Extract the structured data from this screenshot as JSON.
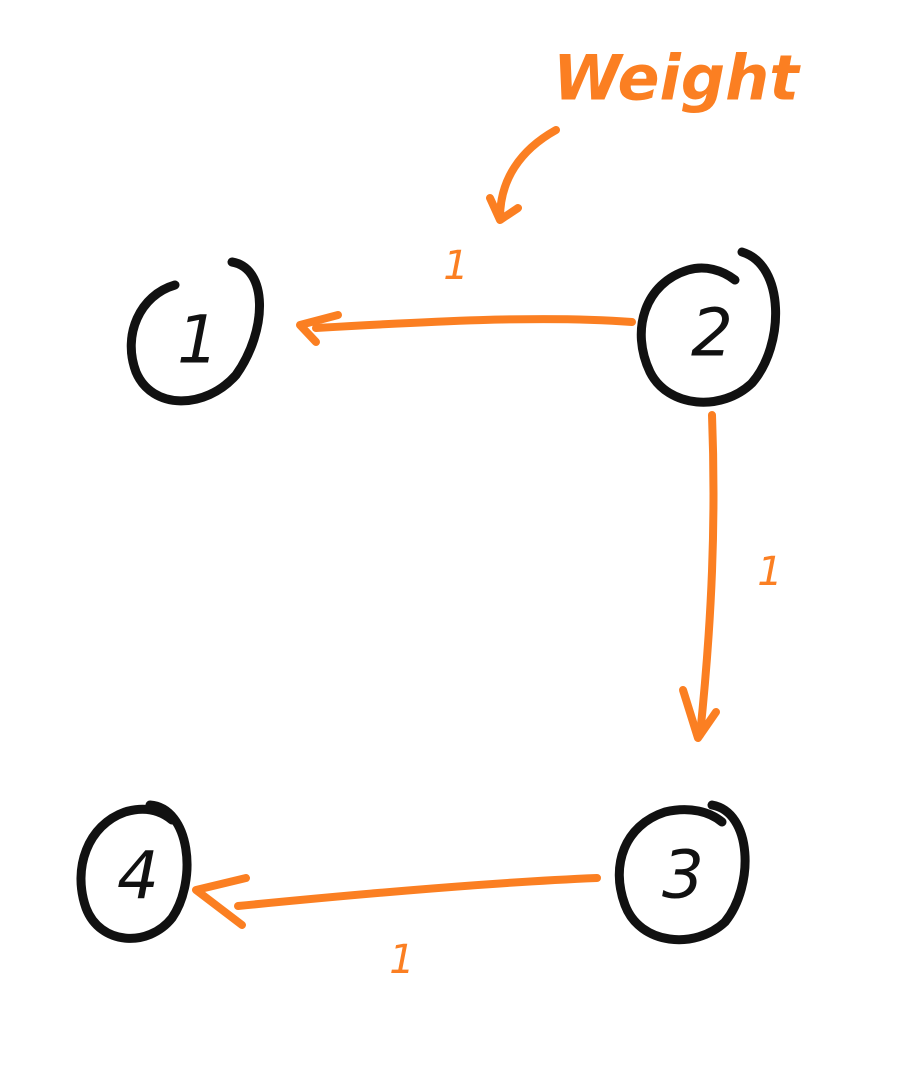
{
  "colors": {
    "node": "#111111",
    "edge": "#fb7f22",
    "background": "#ffffff"
  },
  "nodes": [
    {
      "id": "1",
      "label": "1"
    },
    {
      "id": "2",
      "label": "2"
    },
    {
      "id": "3",
      "label": "3"
    },
    {
      "id": "4",
      "label": "4"
    }
  ],
  "edges": [
    {
      "from": "2",
      "to": "1",
      "weight": "1"
    },
    {
      "from": "2",
      "to": "3",
      "weight": "1"
    },
    {
      "from": "3",
      "to": "4",
      "weight": "1"
    }
  ],
  "annotation": {
    "text": "Weight",
    "points_to": "edge 2 → 1 weight"
  }
}
